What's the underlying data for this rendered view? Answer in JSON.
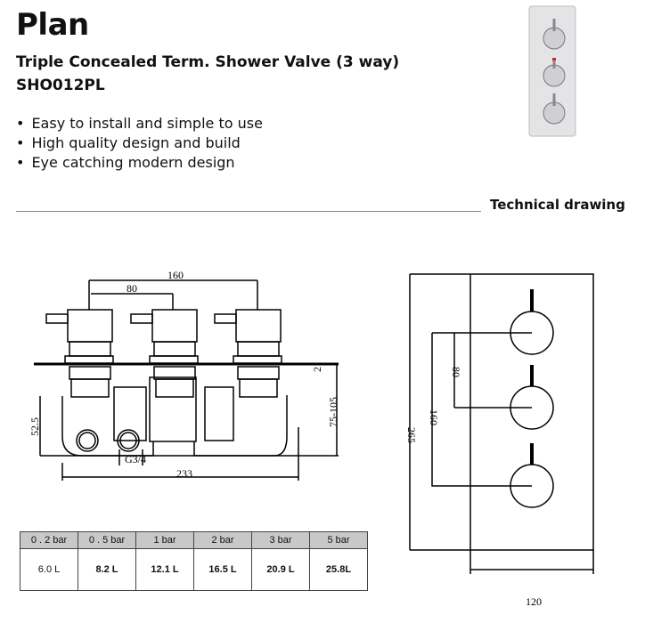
{
  "header": {
    "title": "Plan",
    "subtitle": "Triple Concealed Term. Shower Valve (3 way)",
    "code": "SHO012PL"
  },
  "features": [
    "Easy to install and simple to use",
    "High quality design and build",
    "Eye catching modern design"
  ],
  "section_label": "Technical drawing",
  "drawing": {
    "side": {
      "d160": "160",
      "d80": "80",
      "d2": "2",
      "d75": "75-105",
      "d52": "52.5",
      "thread": "G3/4",
      "width": "233"
    },
    "front": {
      "d80": "80",
      "d160": "160",
      "height": "265",
      "width": "120"
    }
  },
  "flow_table": {
    "headers": [
      "0 . 2 bar",
      "0 . 5 bar",
      "1  bar",
      "2  bar",
      "3  bar",
      "5  bar"
    ],
    "values": [
      "6.0  L",
      "8.2 L",
      "12.1  L",
      "16.5 L",
      "20.9 L",
      "25.8L"
    ]
  }
}
